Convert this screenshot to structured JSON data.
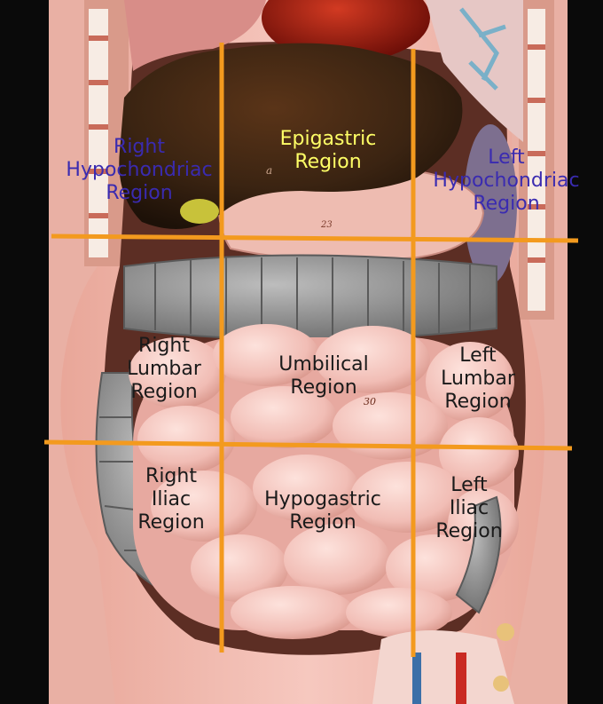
{
  "regions": {
    "right_hypochondriac": "Right\nHypochondriac\nRegion",
    "epigastric": "Epigastric\nRegion",
    "left_hypochondriac": "Left\nHypochondriac\nRegion",
    "right_lumbar": "Right\nLumbar\nRegion",
    "umbilical": "Umbilical\nRegion",
    "left_lumbar": "Left\nLumbar\nRegion",
    "right_iliac": "Right\nIliac\nRegion",
    "hypogastric": "Hypogastric\nRegion",
    "left_iliac": "Left\nIliac\nRegion"
  },
  "marks": {
    "a": "a",
    "n23": "23",
    "n30": "30"
  },
  "colors": {
    "grid_line": "#f39a1e",
    "label_dark": "#1a1a1a",
    "label_blue": "#3a2bb0",
    "label_yellow": "#ffff66",
    "liver": "#3b2412",
    "colon": "#8f8f8f",
    "intestine": "#f3c6c0",
    "body_wall": "#f0b6ab",
    "heart": "#8a1a10"
  }
}
